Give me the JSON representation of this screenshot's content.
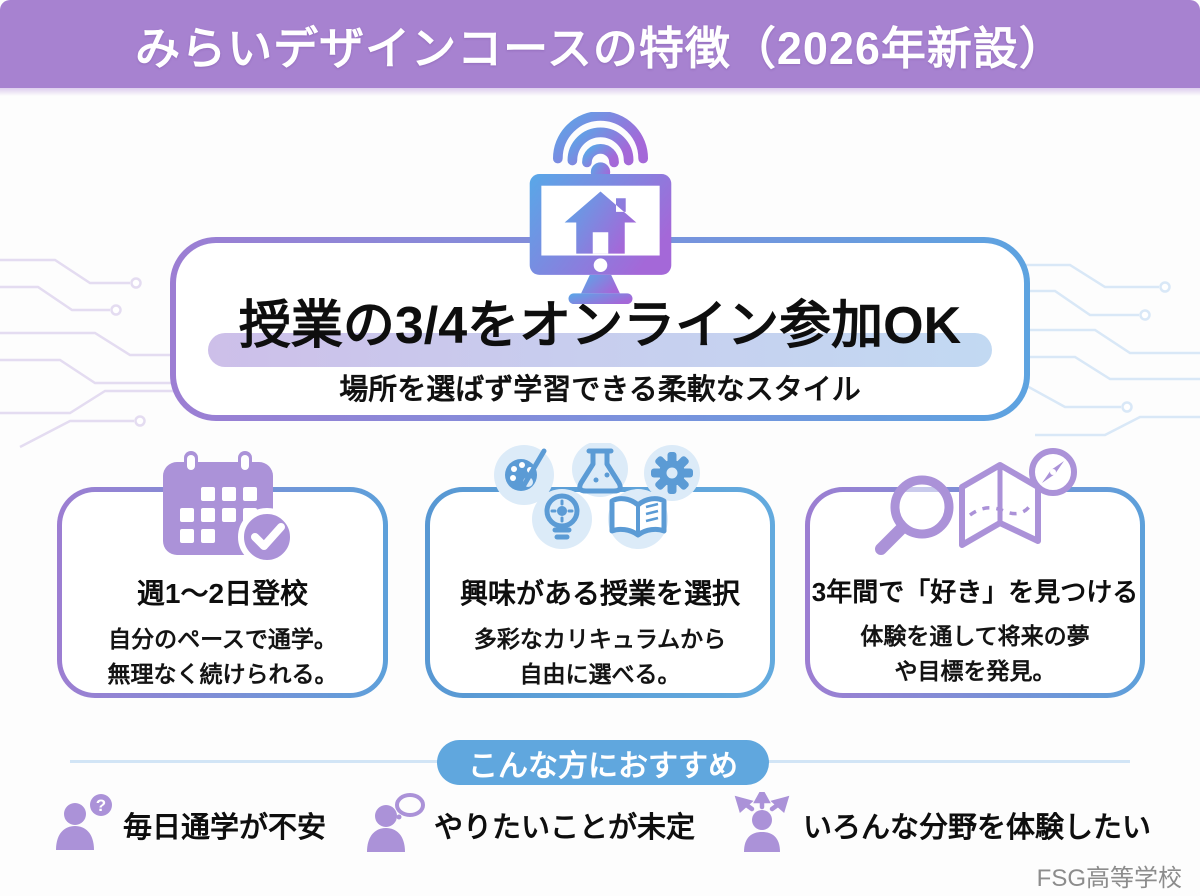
{
  "header": {
    "title": "みらいデザインコースの特徴（2026年新設）"
  },
  "hero": {
    "icon": "monitor-home-wifi-icon",
    "title": "授業の3/4をオンライン参加OK",
    "subtitle": "場所を選ばず学習できる柔軟なスタイル"
  },
  "features": [
    {
      "icon": "calendar-check-icon",
      "title": "週1〜2日登校",
      "desc1": "自分のペースで通学。",
      "desc2": "無理なく続けられる。"
    },
    {
      "icon": "subjects-palette-flask-gear-bulb-book-icon",
      "title": "興味がある授業を選択",
      "desc1": "多彩なカリキュラムから",
      "desc2": "自由に選べる。"
    },
    {
      "icon": "magnifier-map-compass-icon",
      "title": "3年間で「好き」を見つける",
      "desc1": "体験を通して将来の夢",
      "desc2": "や目標を発見。"
    }
  ],
  "recommend": {
    "banner": "こんな方におすすめ",
    "items": [
      {
        "icon": "person-question-icon",
        "glyph": "?",
        "label": "毎日通学が不安"
      },
      {
        "icon": "person-thought-icon",
        "label": "やりたいことが未定"
      },
      {
        "icon": "person-arrows-icon",
        "label": "いろんな分野を体験したい"
      }
    ]
  },
  "footer": {
    "brand": "FSG高等学校"
  },
  "colors": {
    "header_purple": "#a782d0",
    "accent_purple": "#ab92d8",
    "accent_blue": "#5b9bd5",
    "banner_blue": "#60a7de",
    "icon_gradient_start": "#58a8e8",
    "icon_gradient_end": "#a468d8"
  }
}
